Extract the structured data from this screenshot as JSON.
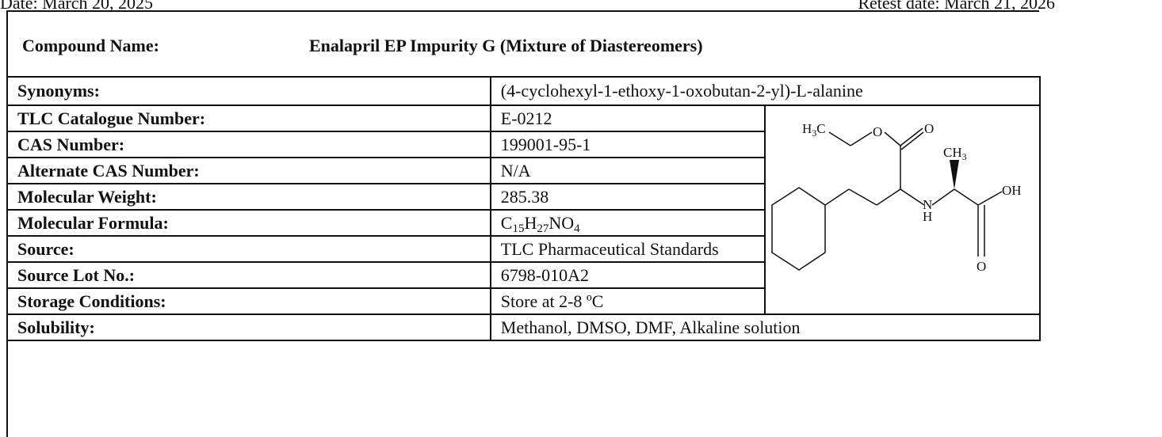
{
  "header": {
    "left_text": "Date: March 20, 2025",
    "right_text": "Retest date: March 21, 2026"
  },
  "compound": {
    "label": "Compound Name:",
    "value": "Enalapril EP Impurity G (Mixture of Diastereomers)"
  },
  "rows": [
    {
      "label": "Synonyms:",
      "value": "(4-cyclohexyl-1-ethoxy-1-oxobutan-2-yl)-L-alanine"
    },
    {
      "label": "TLC Catalogue Number:",
      "value": "E-0212"
    },
    {
      "label": "CAS Number:",
      "value": "199001-95-1"
    },
    {
      "label": "Alternate CAS Number:",
      "value": "N/A"
    },
    {
      "label": "Molecular Weight:",
      "value": "285.38"
    },
    {
      "label": "Molecular Formula:",
      "value_parts": [
        "C",
        "15",
        "H",
        "27",
        "NO",
        "4"
      ]
    },
    {
      "label": "Source:",
      "value": "TLC Pharmaceutical Standards"
    },
    {
      "label": "Source Lot No.:",
      "value": "6798-010A2"
    },
    {
      "label": "Storage Conditions:",
      "value": "Store at 2-8 ºC"
    },
    {
      "label": "Solubility:",
      "value": "Methanol, DMSO, DMF, Alkaline solution"
    }
  ],
  "structure": {
    "atoms": {
      "h3c": "H",
      "h3c_sub": "3",
      "h3c_c": "C",
      "ester_o": "O",
      "carbonyl_o": "O",
      "ch3": "CH",
      "ch3_sub": "3",
      "oh": "OH",
      "n": "N",
      "h": "H",
      "acid_o": "O"
    }
  }
}
